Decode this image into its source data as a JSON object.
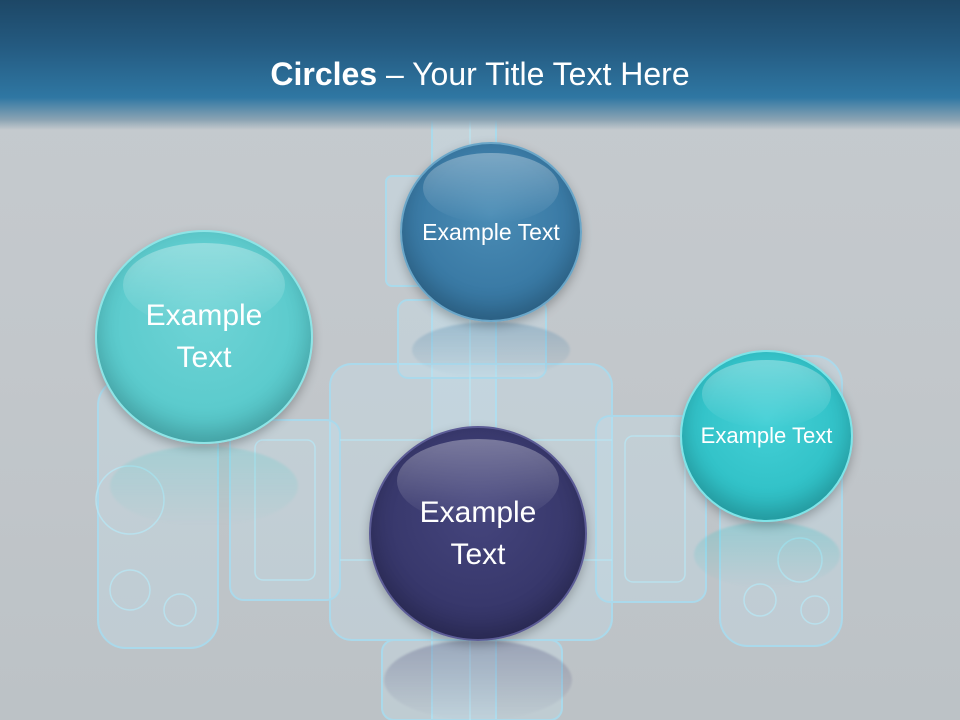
{
  "slide": {
    "title_bold": "Circles",
    "title_rest": " – Your Title Text Here",
    "circles": [
      {
        "text": "Example Text",
        "color": "#5ccbcd"
      },
      {
        "text": "Example Text",
        "color": "#3a7aa5"
      },
      {
        "text": "Example Text",
        "color": "#38386c"
      },
      {
        "text": "Example Text",
        "color": "#32c2c8"
      }
    ]
  }
}
